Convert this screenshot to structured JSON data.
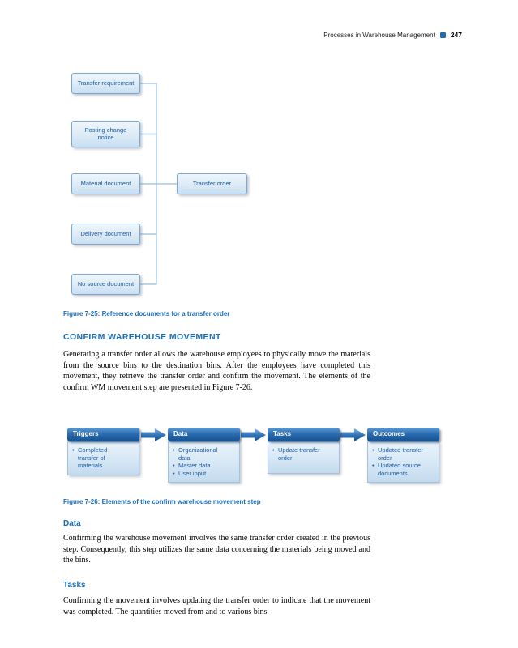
{
  "colors": {
    "accent_blue": "#1b6cb5",
    "node_text": "#1a5a9e",
    "node_border": "#7aa7d4"
  },
  "header": {
    "title": "Processes in Warehouse Management",
    "page_number": "247"
  },
  "figure_7_25": {
    "sources": [
      "Transfer requirement",
      "Posting change notice",
      "Material document",
      "Delivery document",
      "No source document"
    ],
    "target": "Transfer order",
    "caption": "Figure 7-25: Reference documents for a transfer order"
  },
  "section": {
    "heading": "CONFIRM WAREHOUSE MOVEMENT",
    "paragraph": "Generating a transfer order allows the warehouse employees to physically move the materials from the source bins to the destination bins. After the employees have completed this movement, they retrieve the transfer order and confirm the movement. The elements of the confirm WM movement step are presented in Figure 7-26."
  },
  "figure_7_26": {
    "caption": "Figure 7-26: Elements of the confirm warehouse movement step",
    "columns": [
      {
        "header": "Triggers",
        "items": [
          "Completed transfer of materials"
        ]
      },
      {
        "header": "Data",
        "items": [
          "Organizational data",
          "Master data",
          "User input"
        ]
      },
      {
        "header": "Tasks",
        "items": [
          "Update transfer order"
        ]
      },
      {
        "header": "Outcomes",
        "items": [
          "Updated transfer order",
          "Updated source documents"
        ]
      }
    ]
  },
  "data_section": {
    "heading": "Data",
    "paragraph": "Confirming the warehouse movement involves the same transfer order created in the previous step. Consequently, this step utilizes the same data concerning the materials being moved and the bins."
  },
  "tasks_section": {
    "heading": "Tasks",
    "paragraph": "Confirming the movement involves updating the transfer order to indicate that the movement was completed. The quantities moved from and to various bins"
  }
}
